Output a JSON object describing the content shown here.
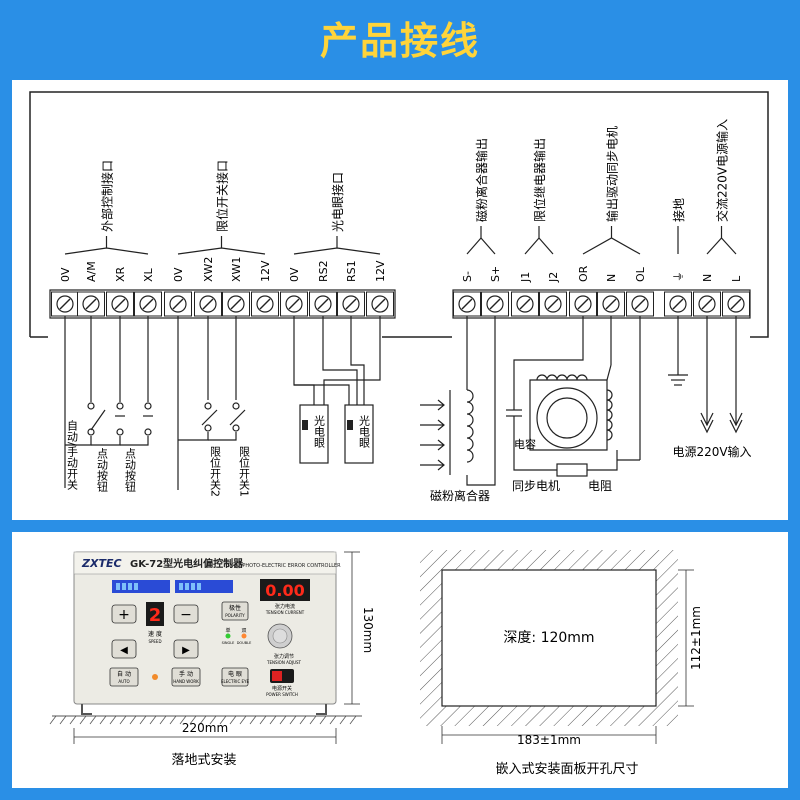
{
  "title": "产品接线",
  "wiring": {
    "groups": [
      {
        "label": "外部控制接口",
        "terminals": [
          "0V",
          "A/M",
          "XR",
          "XL"
        ]
      },
      {
        "label": "限位开关接口",
        "terminals": [
          "0V",
          "XW2",
          "XW1",
          "12V"
        ]
      },
      {
        "label": "光电眼接口",
        "terminals": [
          "0V",
          "RS2",
          "RS1",
          "12V"
        ]
      },
      {
        "label": "磁粉离合器输出",
        "terminals": [
          "S-",
          "S+"
        ]
      },
      {
        "label": "限位继电器输出",
        "terminals": [
          "J1",
          "J2"
        ]
      },
      {
        "label": "输出驱动同步电机",
        "terminals": [
          "OR",
          "N",
          "OL"
        ]
      },
      {
        "label": "接地",
        "terminals": [
          "⏚"
        ]
      },
      {
        "label": "交流220V电源输入",
        "terminals": [
          "N",
          "L"
        ]
      }
    ],
    "devices": {
      "auto_manual_switch": "自动/手动开关",
      "jog_button_1": "点动按钮",
      "jog_button_2": "点动按钮",
      "limit_switch_2": "限位开关2",
      "limit_switch_1": "限位开关1",
      "photo_eye_1": "光电眼",
      "photo_eye_2": "光电眼",
      "clutch": "磁粉离合器",
      "capacitor": "电容",
      "sync_motor": "同步电机",
      "resistor": "电阻",
      "power_input": "电源220V输入"
    }
  },
  "controller": {
    "brand": "ZXTEC",
    "model": "GK-72型光电纠偏控制器",
    "model_en": "GK-72 PHOTO-ELECTRIC ERROR CONTROLLER",
    "speed_display": "2",
    "tension_display": "0.00",
    "plus_label": "+",
    "minus_label": "−",
    "speed_label": "速 度",
    "speed_label_en": "SPEED",
    "polarity_label": "极性",
    "polarity_label_en": "POLARITY",
    "tension_label": "张力电流",
    "tension_label_en": "TENSION CURRENT",
    "tension_adjust": "张力调节",
    "tension_adjust_en": "TENSION ADJUST",
    "single_label": "单",
    "double_label": "双",
    "single_en": "SINGLE",
    "double_en": "DOUBLE",
    "left_arrow": "◀",
    "right_arrow": "▶",
    "auto_label": "自 动",
    "auto_en": "AUTO",
    "manual_label": "手 动",
    "manual_en": "HAND WORK",
    "eye_label": "电 眼",
    "eye_en": "ELECTRIC EYE",
    "power_label": "电源开关",
    "power_en": "POWER SWITCH"
  },
  "install": {
    "floor_width": "220mm",
    "floor_height": "130mm",
    "floor_caption": "落地式安装",
    "cutout_depth": "深度: 120mm",
    "cutout_width": "183±1mm",
    "cutout_height": "112±1mm",
    "cutout_caption": "嵌入式安装面板开孔尺寸"
  },
  "colors": {
    "background": "#2a8fe6",
    "title": "#ffd43a",
    "led_red": "#ff2a1a",
    "panel_body": "#ecebe4"
  }
}
